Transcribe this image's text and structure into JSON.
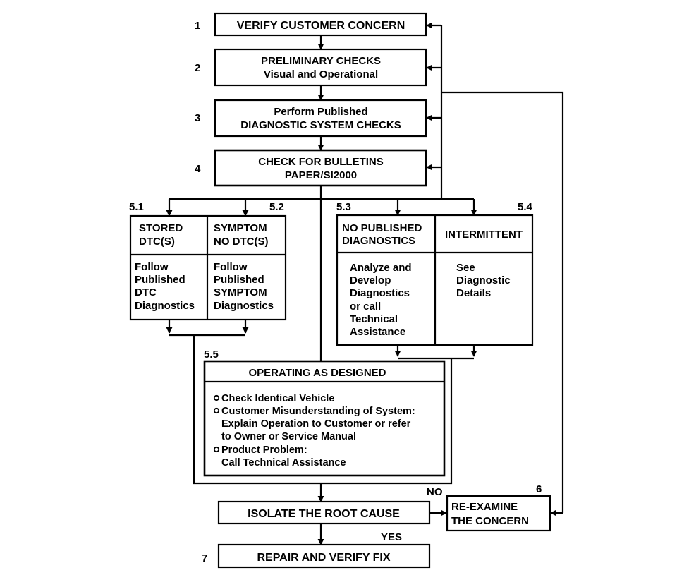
{
  "steps": {
    "s1": "1",
    "s2": "2",
    "s3": "3",
    "s4": "4",
    "s51": "5.1",
    "s52": "5.2",
    "s53": "5.3",
    "s54": "5.4",
    "s55": "5.5",
    "s6": "6",
    "s7": "7"
  },
  "boxes": {
    "verify": {
      "line1": "VERIFY CUSTOMER CONCERN"
    },
    "preliminary": {
      "line1": "PRELIMINARY CHECKS",
      "line2": "Visual and Operational"
    },
    "published": {
      "line1": "Perform Published",
      "line2": "DIAGNOSTIC SYSTEM CHECKS"
    },
    "bulletins": {
      "line1": "CHECK FOR BULLETINS",
      "line2": "PAPER/SI2000"
    },
    "stored": {
      "head": [
        "STORED",
        "DTC(S)"
      ],
      "body": [
        "Follow",
        "Published",
        "DTC",
        "Diagnostics"
      ]
    },
    "symptom": {
      "head": [
        "SYMPTOM",
        "NO DTC(S)"
      ],
      "body": [
        "Follow",
        "Published",
        "SYMPTOM",
        "Diagnostics"
      ]
    },
    "no_published": {
      "head": [
        "NO PUBLISHED",
        "DIAGNOSTICS"
      ],
      "body": [
        "Analyze and",
        "Develop",
        "Diagnostics",
        "or call",
        "Technical",
        "Assistance"
      ]
    },
    "intermittent": {
      "head": [
        "INTERMITTENT"
      ],
      "body": [
        "See",
        "Diagnostic",
        "Details"
      ]
    },
    "operating": {
      "title": "OPERATING AS DESIGNED",
      "bullets": [
        [
          "Check Identical Vehicle"
        ],
        [
          "Customer Misunderstanding of System:",
          "Explain Operation to Customer or refer",
          "to Owner or Service Manual"
        ],
        [
          "Product Problem:",
          "Call Technical Assistance"
        ]
      ]
    },
    "isolate": {
      "line1": "ISOLATE THE ROOT CAUSE"
    },
    "reexamine": {
      "line1": "RE-EXAMINE",
      "line2": "THE CONCERN"
    },
    "repair": {
      "line1": "REPAIR AND VERIFY FIX"
    }
  },
  "labels": {
    "no": "NO",
    "yes": "YES"
  }
}
